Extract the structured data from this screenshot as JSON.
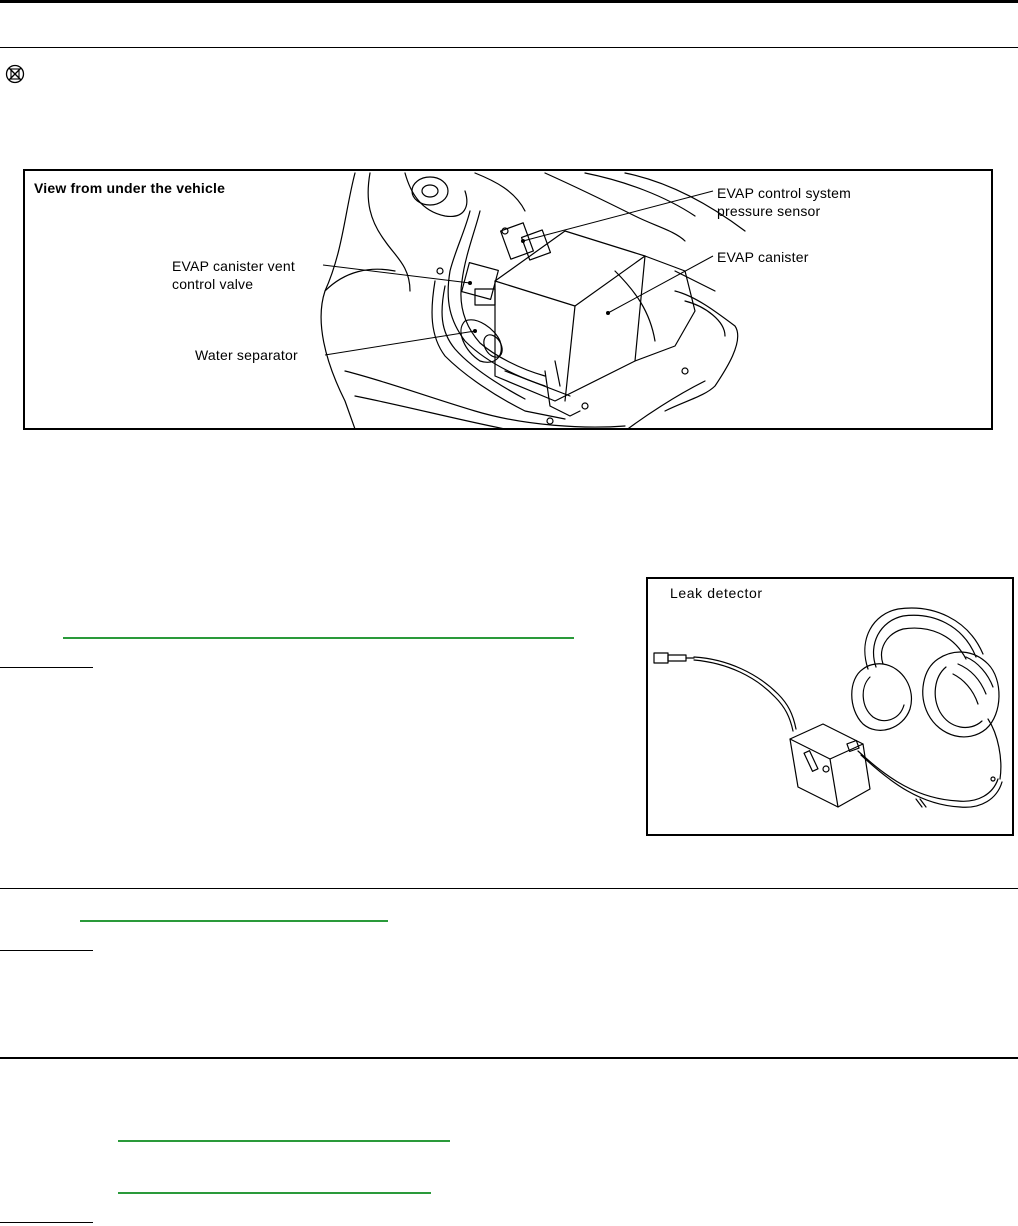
{
  "figure_evap": {
    "view_label": "View from under the vehicle",
    "callouts": {
      "pressure_sensor": "EVAP control system\npressure sensor",
      "canister": "EVAP canister",
      "vent_valve": "EVAP canister vent\ncontrol valve",
      "water_separator": "Water separator"
    }
  },
  "figure_leak": {
    "label": "Leak detector"
  },
  "icons": {
    "top_left": "no-repair-icon"
  }
}
